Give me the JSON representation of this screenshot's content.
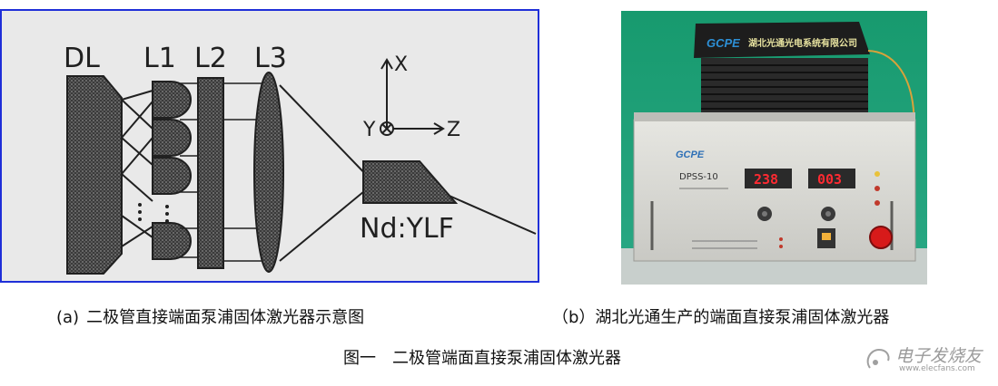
{
  "figure_a": {
    "labels": {
      "dl": "DL",
      "l1": "L1",
      "l2": "L2",
      "l3": "L3",
      "x_axis": "X",
      "y_axis": "Y",
      "z_axis": "Z",
      "crystal": "Nd:YLF"
    },
    "colors": {
      "border": "#1f2fd8",
      "background": "#e9e9e9",
      "ink": "#202020"
    }
  },
  "figure_b": {
    "top_logo": "GCPE",
    "top_company": "湖北光通光电系统有限公司",
    "panel_logo": "GCPE",
    "model": "DPSS-10",
    "display_left": "238",
    "display_right": "003",
    "colors": {
      "background": "#1f9e78",
      "panel": "#d9d9d4",
      "display": "#d8141e"
    }
  },
  "captions": {
    "a_label": "(a)",
    "a_text": "二极管直接端面泵浦固体激光器示意图",
    "b_text": "（b）湖北光通生产的端面直接泵浦固体激光器",
    "main_num": "图一",
    "main_text": "二极管端面直接泵浦固体激光器"
  },
  "watermark": {
    "text": "电子发烧友",
    "url": "www.elecfans.com"
  }
}
